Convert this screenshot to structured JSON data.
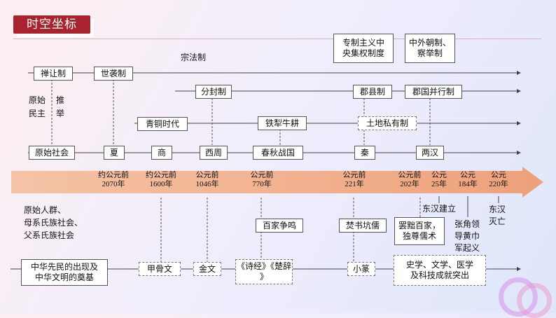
{
  "title": "时空坐标",
  "timeline_years": [
    {
      "prefix": "约公元前",
      "year": "2070年"
    },
    {
      "prefix": "约公元前",
      "year": "1600年"
    },
    {
      "prefix": "公元前",
      "year": "1046年"
    },
    {
      "prefix": "公元前",
      "year": "770年"
    },
    {
      "prefix": "公元前",
      "year": "221年"
    },
    {
      "prefix": "公元前",
      "year": "202年"
    },
    {
      "prefix": "公元",
      "year": "25年"
    },
    {
      "prefix": "公元",
      "year": "184年"
    },
    {
      "prefix": "公元",
      "year": "220年"
    }
  ],
  "eras": [
    "原始社会",
    "夏",
    "商",
    "西周",
    "春秋战国",
    "秦",
    "两汉"
  ],
  "political": {
    "shanrang": "禅让制",
    "shixi": "世袭制",
    "zongfa": "宗法制",
    "fenfeng": "分封制",
    "junxian": "郡县制",
    "junguo": "郡国并行制",
    "zhuanzhi_1": "专制主义中",
    "zhuanzhi_2": "央集权制度",
    "zhongwai_1": "中外朝制、",
    "zhongwai_2": "察举制",
    "yuanshi_minzhu_1": "原始",
    "yuanshi_minzhu_2": "民主",
    "tuiju_1": "推",
    "tuiju_2": "举"
  },
  "economy": {
    "bronze": "青铜时代",
    "iron": "铁犁牛耕",
    "land": "土地私有制"
  },
  "events": {
    "primitive_1": "原始人群、",
    "primitive_2": "母系氏族社会、",
    "primitive_3": "父系氏族社会",
    "baijia": "百家争鸣",
    "fenshu": "焚书坑儒",
    "bachu_1": "罢黜百家，",
    "bachu_2": "独尊儒术",
    "donghan_jianli": "东汉建立",
    "zhangjiao_1": "张角领",
    "zhangjiao_2": "导黄巾",
    "zhangjiao_3": "军起义",
    "donghan_miewang_1": "东汉",
    "donghan_miewang_2": "灭亡"
  },
  "culture": {
    "origin_1": "中华先民的出现及",
    "origin_2": "中华文明的奠基",
    "jiaguwen": "甲骨文",
    "jinwen": "金文",
    "shijing_1": "《诗经》《楚辞",
    "shijing_2": "》",
    "xiaozhuan": "小篆",
    "science_1": "史学、文学、医学",
    "science_2": "及科技成就突出"
  },
  "colors": {
    "title_bg": "#a8232d",
    "band": "#f2b48f",
    "accent_ring": "#d691eb"
  }
}
